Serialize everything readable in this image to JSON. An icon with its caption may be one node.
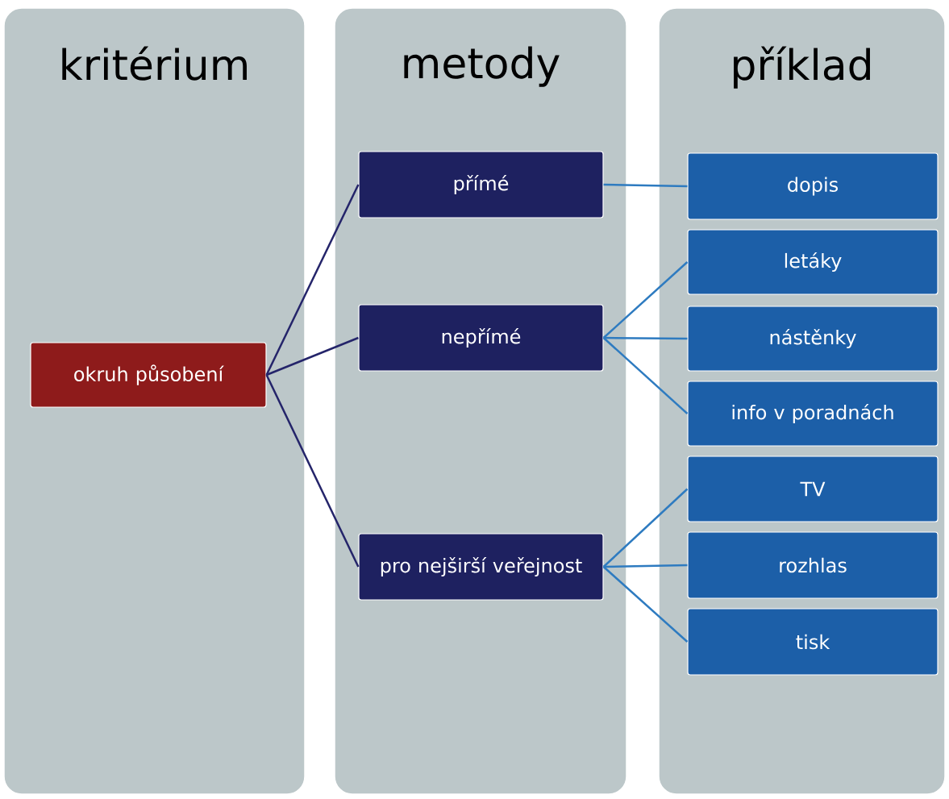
{
  "diagram": {
    "nodes": [
      {
        "text": [
          "kritérium"
        ]
      },
      {
        "text": [
          "metody"
        ]
      },
      {
        "text": [
          "příklad"
        ]
      },
      {
        "text": [
          "okruh působení"
        ],
        "in": 0
      },
      {
        "text": [
          "přímé"
        ],
        "in": 1
      },
      {
        "text": [
          "nepřímé"
        ],
        "in": 1
      },
      {
        "text": [
          "pro nejširší veřejnost"
        ],
        "in": 1
      },
      {
        "text": [
          "dopis"
        ],
        "in": 2
      },
      {
        "text": [
          "letáky"
        ],
        "in": 2
      },
      {
        "text": [
          "nástěnky"
        ],
        "in": 2
      },
      {
        "text": [
          "info v poradnách"
        ],
        "in": 2
      },
      {
        "text": [
          "TV"
        ],
        "in": 2
      },
      {
        "text": [
          "rozhlas"
        ],
        "in": 2
      },
      {
        "text": [
          "tisk"
        ],
        "in": 2
      }
    ],
    "edges": [
      {
        "from": 3,
        "to": 4,
        "arrow": "none",
        "color": "#24246a"
      },
      {
        "from": 3,
        "to": 5,
        "arrow": "none",
        "color": "#24246a"
      },
      {
        "from": 3,
        "to": 6,
        "arrow": "none",
        "color": "#24246a"
      },
      {
        "from": 4,
        "to": 7,
        "arrow": "none"
      },
      {
        "from": 5,
        "to": 8,
        "arrow": "none"
      },
      {
        "from": 5,
        "to": 9,
        "arrow": "none"
      },
      {
        "from": 5,
        "to": 10,
        "arrow": "none"
      },
      {
        "from": 6,
        "to": 11,
        "arrow": "none"
      },
      {
        "from": 6,
        "to": 12,
        "arrow": "none"
      },
      {
        "from": 6,
        "to": 13,
        "arrow": "none"
      }
    ]
  }
}
